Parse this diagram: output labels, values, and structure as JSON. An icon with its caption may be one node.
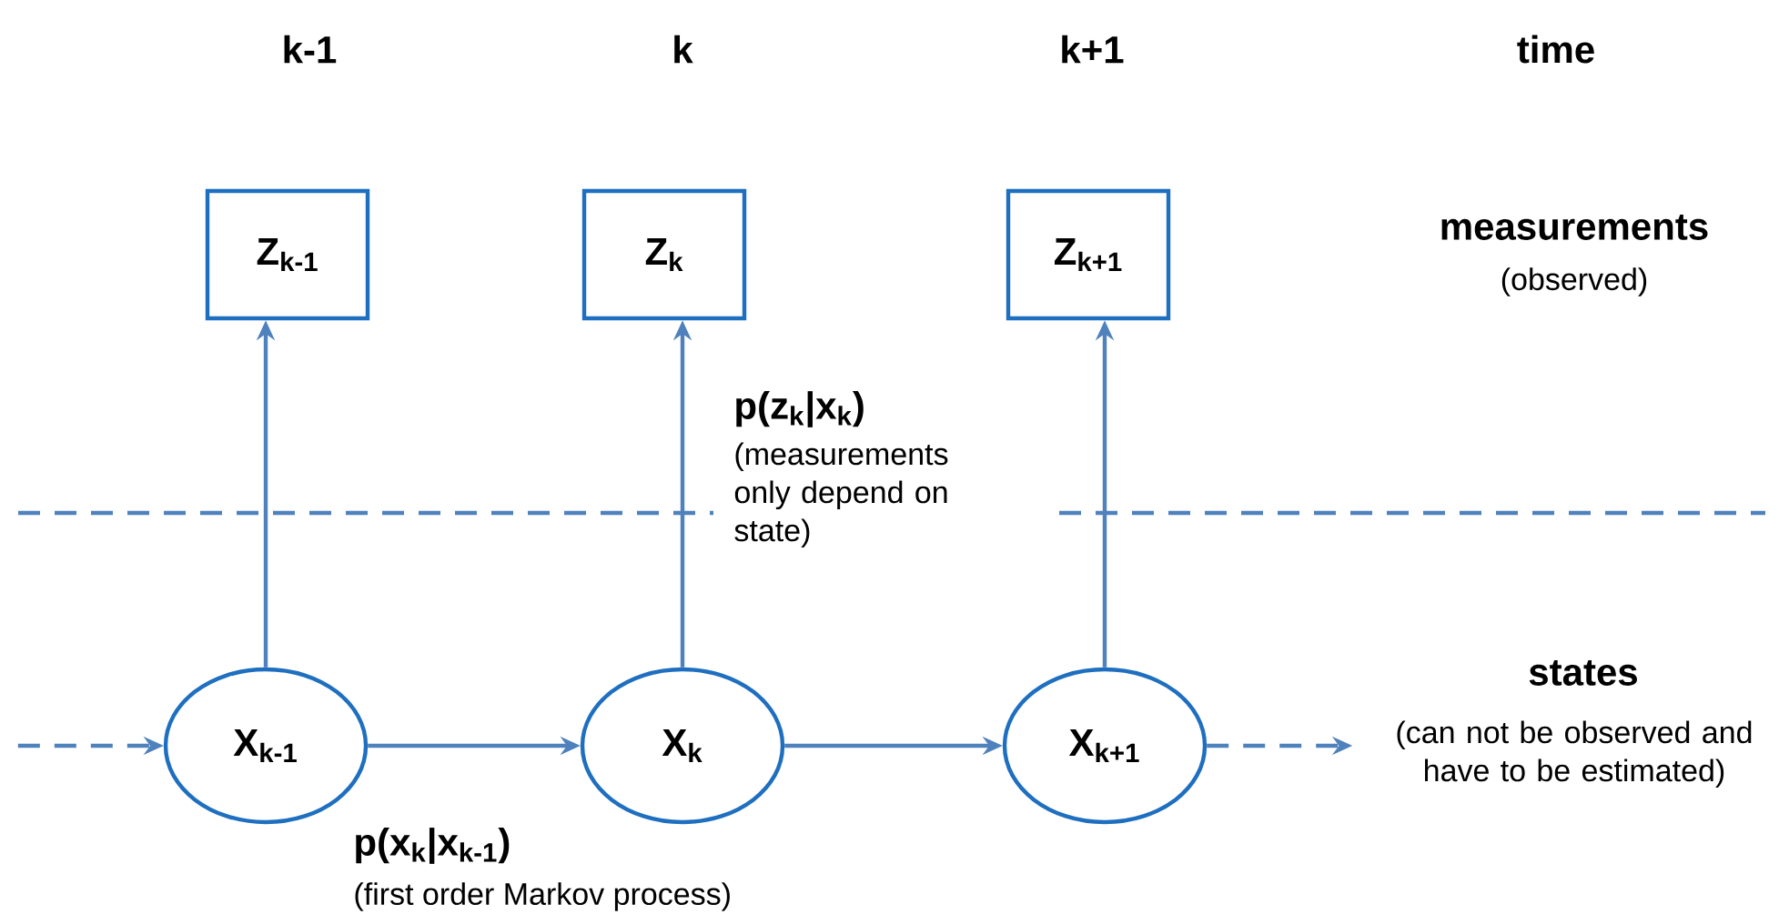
{
  "diagram": {
    "nodes": [
      {
        "text": [
          "Z$_{k-1}$"
        ]
      },
      {
        "text": [
          "Z$_{k}$"
        ]
      },
      {
        "text": [
          "Z$_{k+1}$"
        ]
      },
      {
        "text": [
          "X$_{k-1}$"
        ]
      },
      {
        "text": [
          "X$_{k}$"
        ]
      },
      {
        "text": [
          "X$_{k+1}$"
        ]
      }
    ],
    "edges": [
      {
        "from": null,
        "to": 3,
        "arrow": "to",
        "style": "dashed"
      },
      {
        "from": 3,
        "to": 0,
        "arrow": "to"
      },
      {
        "from": 3,
        "to": 4,
        "arrow": "to",
        "label": "p(x$_{k}$|x$_{k-1}$)"
      },
      {
        "from": 4,
        "to": 1,
        "arrow": "to",
        "label": "p(z$_{k}$|x$_{k}$)"
      },
      {
        "from": 4,
        "to": 5,
        "arrow": "to"
      },
      {
        "from": 5,
        "to": 2,
        "arrow": "to"
      },
      {
        "from": 5,
        "to": null,
        "arrow": "to",
        "style": "dashed"
      }
    ],
    "labels": [
      "k-1",
      "k",
      "k+1",
      "time",
      "measurements",
      "(observed)",
      "(measurements only depend on state)",
      "states",
      "(can not be observed and have to be estimated)",
      "(first order Markov process)"
    ]
  }
}
